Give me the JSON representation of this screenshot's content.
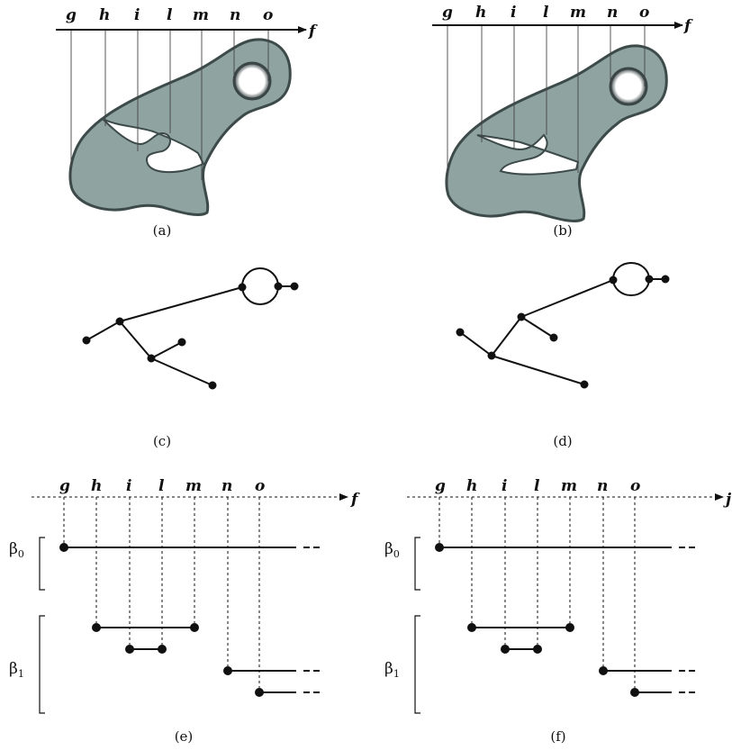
{
  "figure": {
    "level_labels": [
      "g",
      "h",
      "i",
      "l",
      "m",
      "n",
      "o"
    ],
    "axis_label": "f",
    "axis_label_right_clipped": "j",
    "captions": [
      "(a)",
      "(b)",
      "(c)",
      "(d)",
      "(e)",
      "(f)"
    ],
    "barcode_groups": [
      {
        "symbol": "β",
        "subscript": "0"
      },
      {
        "symbol": "β",
        "subscript": "1"
      }
    ],
    "colors": {
      "shape_fill": "#8fa3a1",
      "shape_stroke": "#3d4a4a",
      "ink": "#111111"
    }
  }
}
